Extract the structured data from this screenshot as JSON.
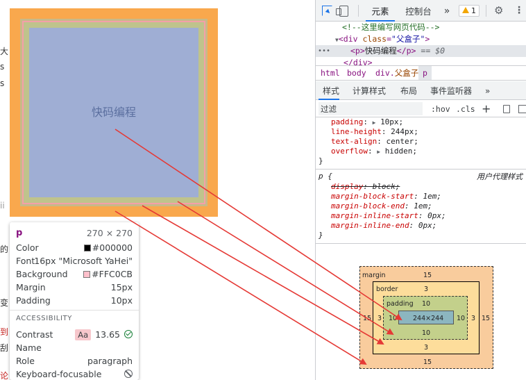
{
  "page": {
    "edge_glyphs": [
      "大",
      "s",
      "s",
      "ii",
      "的",
      "变",
      "到",
      "刮",
      "论"
    ],
    "content_text": "快码编程"
  },
  "tooltip": {
    "tag": "p",
    "size": "270 × 270",
    "rows": [
      {
        "key": "Color",
        "value": "#000000",
        "swatch": "#000000"
      },
      {
        "key": "Font",
        "value": "16px \"Microsoft YaHei\""
      },
      {
        "key": "Background",
        "value": "#FFC0CB",
        "swatch": "#FFC0CB"
      },
      {
        "key": "Margin",
        "value": "15px"
      },
      {
        "key": "Padding",
        "value": "10px"
      }
    ],
    "accessibility_title": "ACCESSIBILITY",
    "contrast_label": "Contrast",
    "contrast_badge": "Aa",
    "contrast_value": "13.65",
    "name_label": "Name",
    "name_value": "",
    "role_label": "Role",
    "role_value": "paragraph",
    "keyboard_label": "Keyboard-focusable"
  },
  "devtools": {
    "toolbar": {
      "tab_elements": "元素",
      "tab_console": "控制台",
      "more_tabs": "»",
      "warning_count": "1"
    },
    "dom": {
      "comment": "<!--这里编写网页代码-->",
      "div_open_tag": "div",
      "div_attr_name": "class",
      "div_attr_value": "\"父盒子\"",
      "p_tag_open": "<p>",
      "p_text": "快码编程",
      "p_tag_close": "</p>",
      "eq_text": "== $0",
      "div_close": "</div>"
    },
    "breadcrumbs": {
      "html": "html",
      "body": "body",
      "div": "div.",
      "div_class": "父盒子",
      "p": "p"
    },
    "subtabs": {
      "styles": "样式",
      "computed": "计算样式",
      "layout": "布局",
      "listeners": "事件监听器",
      "more": "»"
    },
    "filter": {
      "placeholder": "过滤",
      "hov": ":hov",
      "cls": ".cls"
    },
    "rule1": {
      "padding_prop": "padding",
      "padding_val": "10px;",
      "lh_prop": "line-height",
      "lh_val": "244px;",
      "ta_prop": "text-align",
      "ta_val": "center;",
      "of_prop": "overflow",
      "of_val": "hidden;",
      "close": "}"
    },
    "rule2": {
      "selector": "p {",
      "source": "用户代理样式",
      "display_prop": "display",
      "display_val": "block;",
      "mbs_prop": "margin-block-start",
      "mbs_val": "1em;",
      "mbe_prop": "margin-block-end",
      "mbe_val": "1em;",
      "mis_prop": "margin-inline-start",
      "mis_val": "0px;",
      "mie_prop": "margin-inline-end",
      "mie_val": "0px;",
      "close": "}"
    },
    "box_model": {
      "margin_label": "margin",
      "margin_top": "15",
      "margin_bottom": "15",
      "margin_left": "15",
      "margin_right": "15",
      "border_label": "border",
      "border_top": "3",
      "border_bottom": "3",
      "border_left": "3",
      "border_right": "3",
      "padding_label": "padding",
      "padding_top": "10",
      "padding_bottom": "10",
      "padding_left": "10",
      "padding_right": "10",
      "content_size": "244×244"
    }
  },
  "colors": {
    "margin": "#f9a84d",
    "border": "#c8b989",
    "padding": "#bfc38c",
    "content": "#9faed4",
    "arrow": "#e53935"
  }
}
